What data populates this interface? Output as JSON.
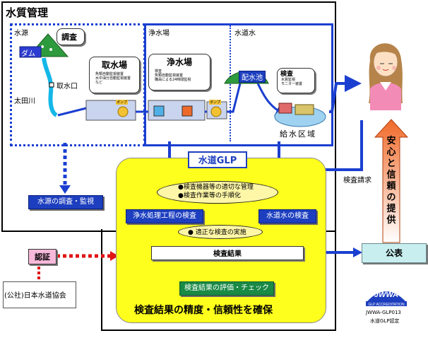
{
  "outer": {
    "title": "水質管理"
  },
  "sections": {
    "source": "水源",
    "treatment": "浄水場",
    "tap": "水道水"
  },
  "source": {
    "chousa": "調査",
    "dam": "ダム",
    "intake_port": "取水口",
    "river": "太田川"
  },
  "intake_station": {
    "title": "取水場",
    "details": [
      "魚類自動監視装置",
      "水中油分自動監視装置",
      "など"
    ]
  },
  "purification": {
    "title": "浄水場",
    "details": [
      "検査",
      "魚類自動監視装置",
      "職員による24時間監視"
    ]
  },
  "pump_label": "ポンプ",
  "reservoir": "配水池",
  "inspection": {
    "title": "検査",
    "details": [
      "水質監視",
      "モニター装置"
    ]
  },
  "supply_area": "給水区域",
  "source_survey_box": "水源の調査・監視",
  "glp": {
    "title": "水道GLP",
    "items_top": [
      "●検査機器等の適切な管理",
      "●検査作業等の手順化"
    ],
    "process_box": "浄水処理工程の検査",
    "tap_box": "水道水の検査",
    "proper_inspection": "● 適正な検査の実施",
    "results": "検査結果",
    "evaluation": "検査結果の評価・チェック",
    "bottom_text": "検査結果の精度・信頼性を確保"
  },
  "request_label": "検査請求",
  "peace_arrow": "安心と信頼の提供",
  "publication": "公表",
  "certification": "認証",
  "association": "(公社)日本水道協会",
  "jwwa": {
    "logo": "JWWA",
    "sub": "GLP ACCREDITATION",
    "code": "JWWA-GLP013",
    "cert": "水道GLP認定"
  }
}
